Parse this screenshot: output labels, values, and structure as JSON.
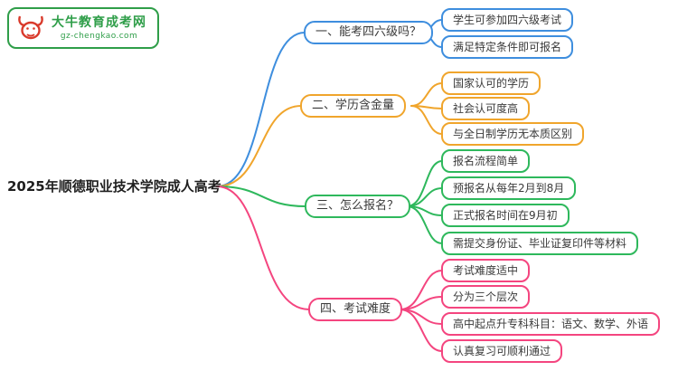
{
  "logo": {
    "title": "大牛教育成考网",
    "subtitle": "gz-chengkao.com",
    "brand_color": "#2f9e49",
    "bull_color": "#d93a2b"
  },
  "root": {
    "label": "2025年顺德职业技术学院成人高考"
  },
  "branches": [
    {
      "label": "一、能考四六级吗？",
      "color": "#3e8ede",
      "children": [
        "学生可参加四六级考试",
        "满足特定条件即可报名"
      ]
    },
    {
      "label": "二、学历含金量",
      "color": "#f0a52c",
      "children": [
        "国家认可的学历",
        "社会认可度高",
        "与全日制学历无本质区别"
      ]
    },
    {
      "label": "三、怎么报名？",
      "color": "#2eb85c",
      "children": [
        "报名流程简单",
        "预报名从每年2月到8月",
        "正式报名时间在9月初",
        "需提交身份证、毕业证复印件等材料"
      ]
    },
    {
      "label": "四、考试难度",
      "color": "#f4457f",
      "children": [
        "考试难度适中",
        "分为三个层次",
        "高中起点升专科科目：语文、数学、外语",
        "认真复习可顺利通过"
      ]
    }
  ]
}
